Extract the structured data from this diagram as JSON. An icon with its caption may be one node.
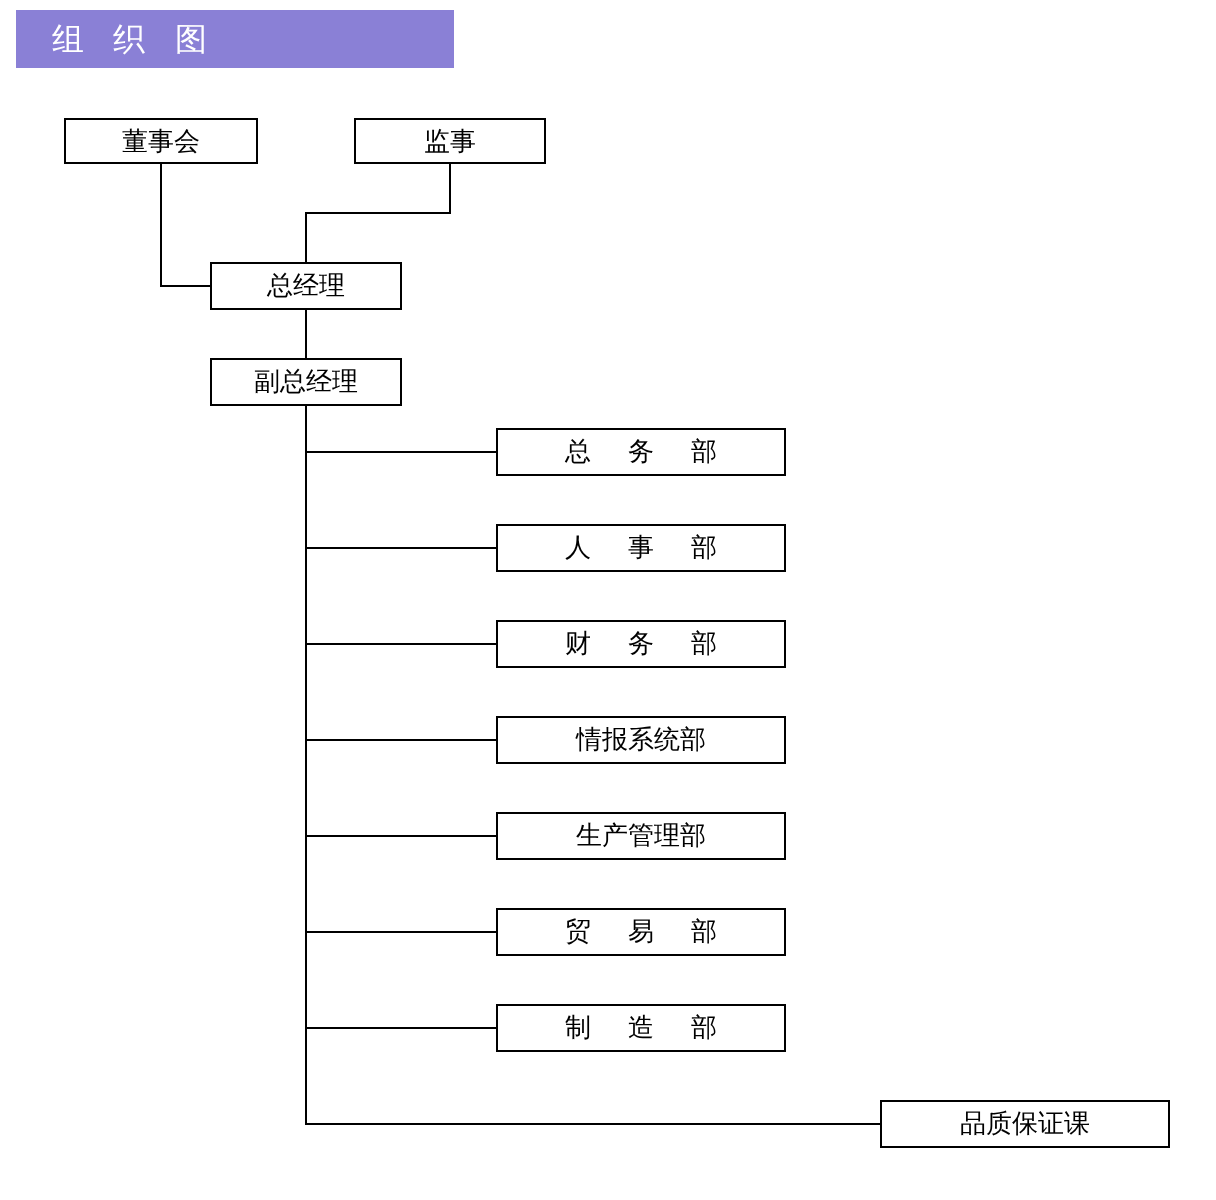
{
  "diagram": {
    "title": "组 织 图",
    "nodes": [
      {
        "text": [
          "董事会"
        ]
      },
      {
        "text": [
          "监事"
        ]
      },
      {
        "text": [
          "总经理"
        ]
      },
      {
        "text": [
          "副总经理"
        ]
      },
      {
        "text": [
          "总 务 部"
        ]
      },
      {
        "text": [
          "人 事 部"
        ]
      },
      {
        "text": [
          "财 务 部"
        ]
      },
      {
        "text": [
          "情报系统部"
        ]
      },
      {
        "text": [
          "生产管理部"
        ]
      },
      {
        "text": [
          "贸 易 部"
        ]
      },
      {
        "text": [
          "制 造 部"
        ]
      },
      {
        "text": [
          "品质保证课"
        ]
      }
    ],
    "edges": [
      {
        "from": 0,
        "to": 2,
        "arrow": "none"
      },
      {
        "from": 1,
        "to": 2,
        "arrow": "none"
      },
      {
        "from": 2,
        "to": 3,
        "arrow": "none"
      },
      {
        "from": 3,
        "to": 4,
        "arrow": "none"
      },
      {
        "from": 3,
        "to": 5,
        "arrow": "none"
      },
      {
        "from": 3,
        "to": 6,
        "arrow": "none"
      },
      {
        "from": 3,
        "to": 7,
        "arrow": "none"
      },
      {
        "from": 3,
        "to": 8,
        "arrow": "none"
      },
      {
        "from": 3,
        "to": 9,
        "arrow": "none"
      },
      {
        "from": 3,
        "to": 10,
        "arrow": "none"
      },
      {
        "from": 3,
        "to": 11,
        "arrow": "none"
      }
    ]
  }
}
